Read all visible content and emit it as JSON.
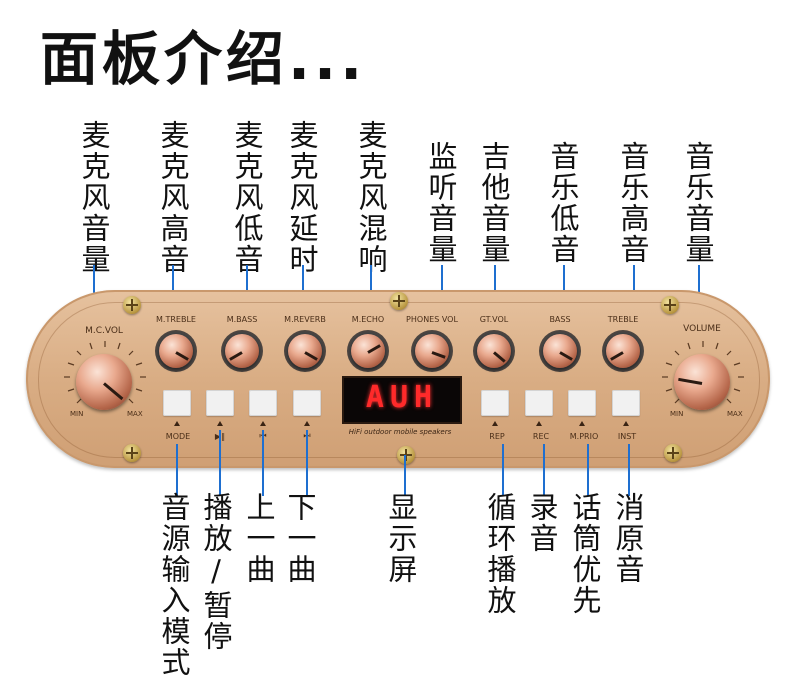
{
  "title": "面板介绍...",
  "top_labels": [
    {
      "id": "mic-volume",
      "text": "麦克风音量"
    },
    {
      "id": "mic-treble",
      "text": "麦克风高音"
    },
    {
      "id": "mic-bass",
      "text": "麦克风低音"
    },
    {
      "id": "mic-delay",
      "text": "麦克风延时"
    },
    {
      "id": "mic-echo",
      "text": "麦克风混响"
    },
    {
      "id": "monitor-volume",
      "text": "监听音量"
    },
    {
      "id": "guitar-volume",
      "text": "吉他音量"
    },
    {
      "id": "music-bass",
      "text": "音乐低音"
    },
    {
      "id": "music-treble",
      "text": "音乐高音"
    },
    {
      "id": "music-volume",
      "text": "音乐音量"
    }
  ],
  "bottom_labels": [
    {
      "id": "source-mode",
      "text": "音源输入模式"
    },
    {
      "id": "play-pause",
      "text": "播放/暂停"
    },
    {
      "id": "prev-track",
      "text": "上一曲"
    },
    {
      "id": "next-track",
      "text": "下一曲"
    },
    {
      "id": "display",
      "text": "显示屏"
    },
    {
      "id": "repeat",
      "text": "循环播放"
    },
    {
      "id": "record",
      "text": "录音"
    },
    {
      "id": "mic-priority",
      "text": "话筒优先"
    },
    {
      "id": "vocal-remove",
      "text": "消原音"
    }
  ],
  "panel": {
    "knobs": {
      "mic_vol": "M.C.VOL",
      "m_treble": "M.TREBLE",
      "m_bass": "M.BASS",
      "m_reverb": "M.REVERB",
      "m_echo": "M.ECHO",
      "phones_vol": "PHONES VOL",
      "gt_vol": "GT.VOL",
      "bass": "BASS",
      "treble": "TREBLE",
      "volume": "VOLUME",
      "min": "MIN",
      "max": "MAX"
    },
    "buttons": {
      "mode": "MODE",
      "play_pause": "▶‖",
      "prev": "⏮",
      "next": "⏭",
      "rep": "REP",
      "rec": "REC",
      "m_prio": "M.PRIO",
      "inst": "INST"
    },
    "display_text": "AUH",
    "tagline": "HiFi outdoor mobile speakers"
  },
  "colors": {
    "accent_line": "#1e6fd0",
    "panel": "#d9ad84",
    "led": "#ff2a2a"
  }
}
